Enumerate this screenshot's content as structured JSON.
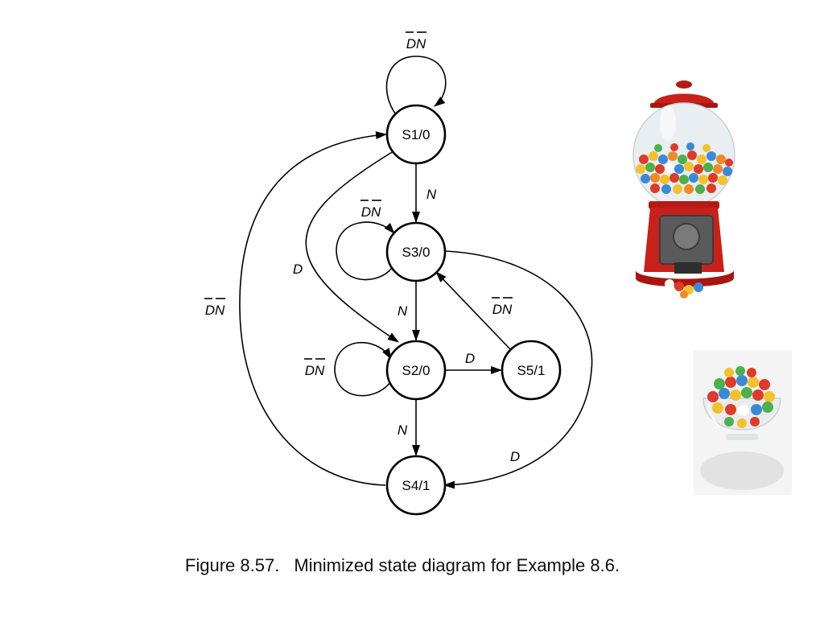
{
  "diagram": {
    "states": [
      {
        "id": "S1",
        "label": "S1/0"
      },
      {
        "id": "S3",
        "label": "S3/0"
      },
      {
        "id": "S2",
        "label": "S2/0"
      },
      {
        "id": "S5",
        "label": "S5/1"
      },
      {
        "id": "S4",
        "label": "S4/1"
      }
    ],
    "transitions": [
      {
        "from": "S1",
        "to": "S1",
        "label": "DN",
        "negated": true
      },
      {
        "from": "S1",
        "to": "S3",
        "label": "N",
        "negated": false
      },
      {
        "from": "S1",
        "to": "S2",
        "label": "D",
        "negated": false
      },
      {
        "from": "S3",
        "to": "S3",
        "label": "DN",
        "negated": true
      },
      {
        "from": "S3",
        "to": "S2",
        "label": "N",
        "negated": false
      },
      {
        "from": "S3",
        "to": "S4",
        "label": "D",
        "negated": false
      },
      {
        "from": "S2",
        "to": "S2",
        "label": "DN",
        "negated": true
      },
      {
        "from": "S2",
        "to": "S5",
        "label": "D",
        "negated": false
      },
      {
        "from": "S2",
        "to": "S4",
        "label": "N",
        "negated": false
      },
      {
        "from": "S5",
        "to": "S3",
        "label": "DN",
        "negated": true
      },
      {
        "from": "S4",
        "to": "S1",
        "label": "DN",
        "negated": true
      }
    ]
  },
  "caption": {
    "number": "Figure 8.57.",
    "text": "Minimized state diagram for Example 8.6."
  },
  "images": [
    {
      "name": "gumball-machine-photo",
      "palette": {
        "body": "#c8211a",
        "glass": "#e9eef2",
        "mechanism": "#5a5a5a"
      }
    },
    {
      "name": "gumball-bowl-photo",
      "palette": {
        "bowl": "#e8ecef",
        "background": "#f4f4f4"
      }
    }
  ]
}
